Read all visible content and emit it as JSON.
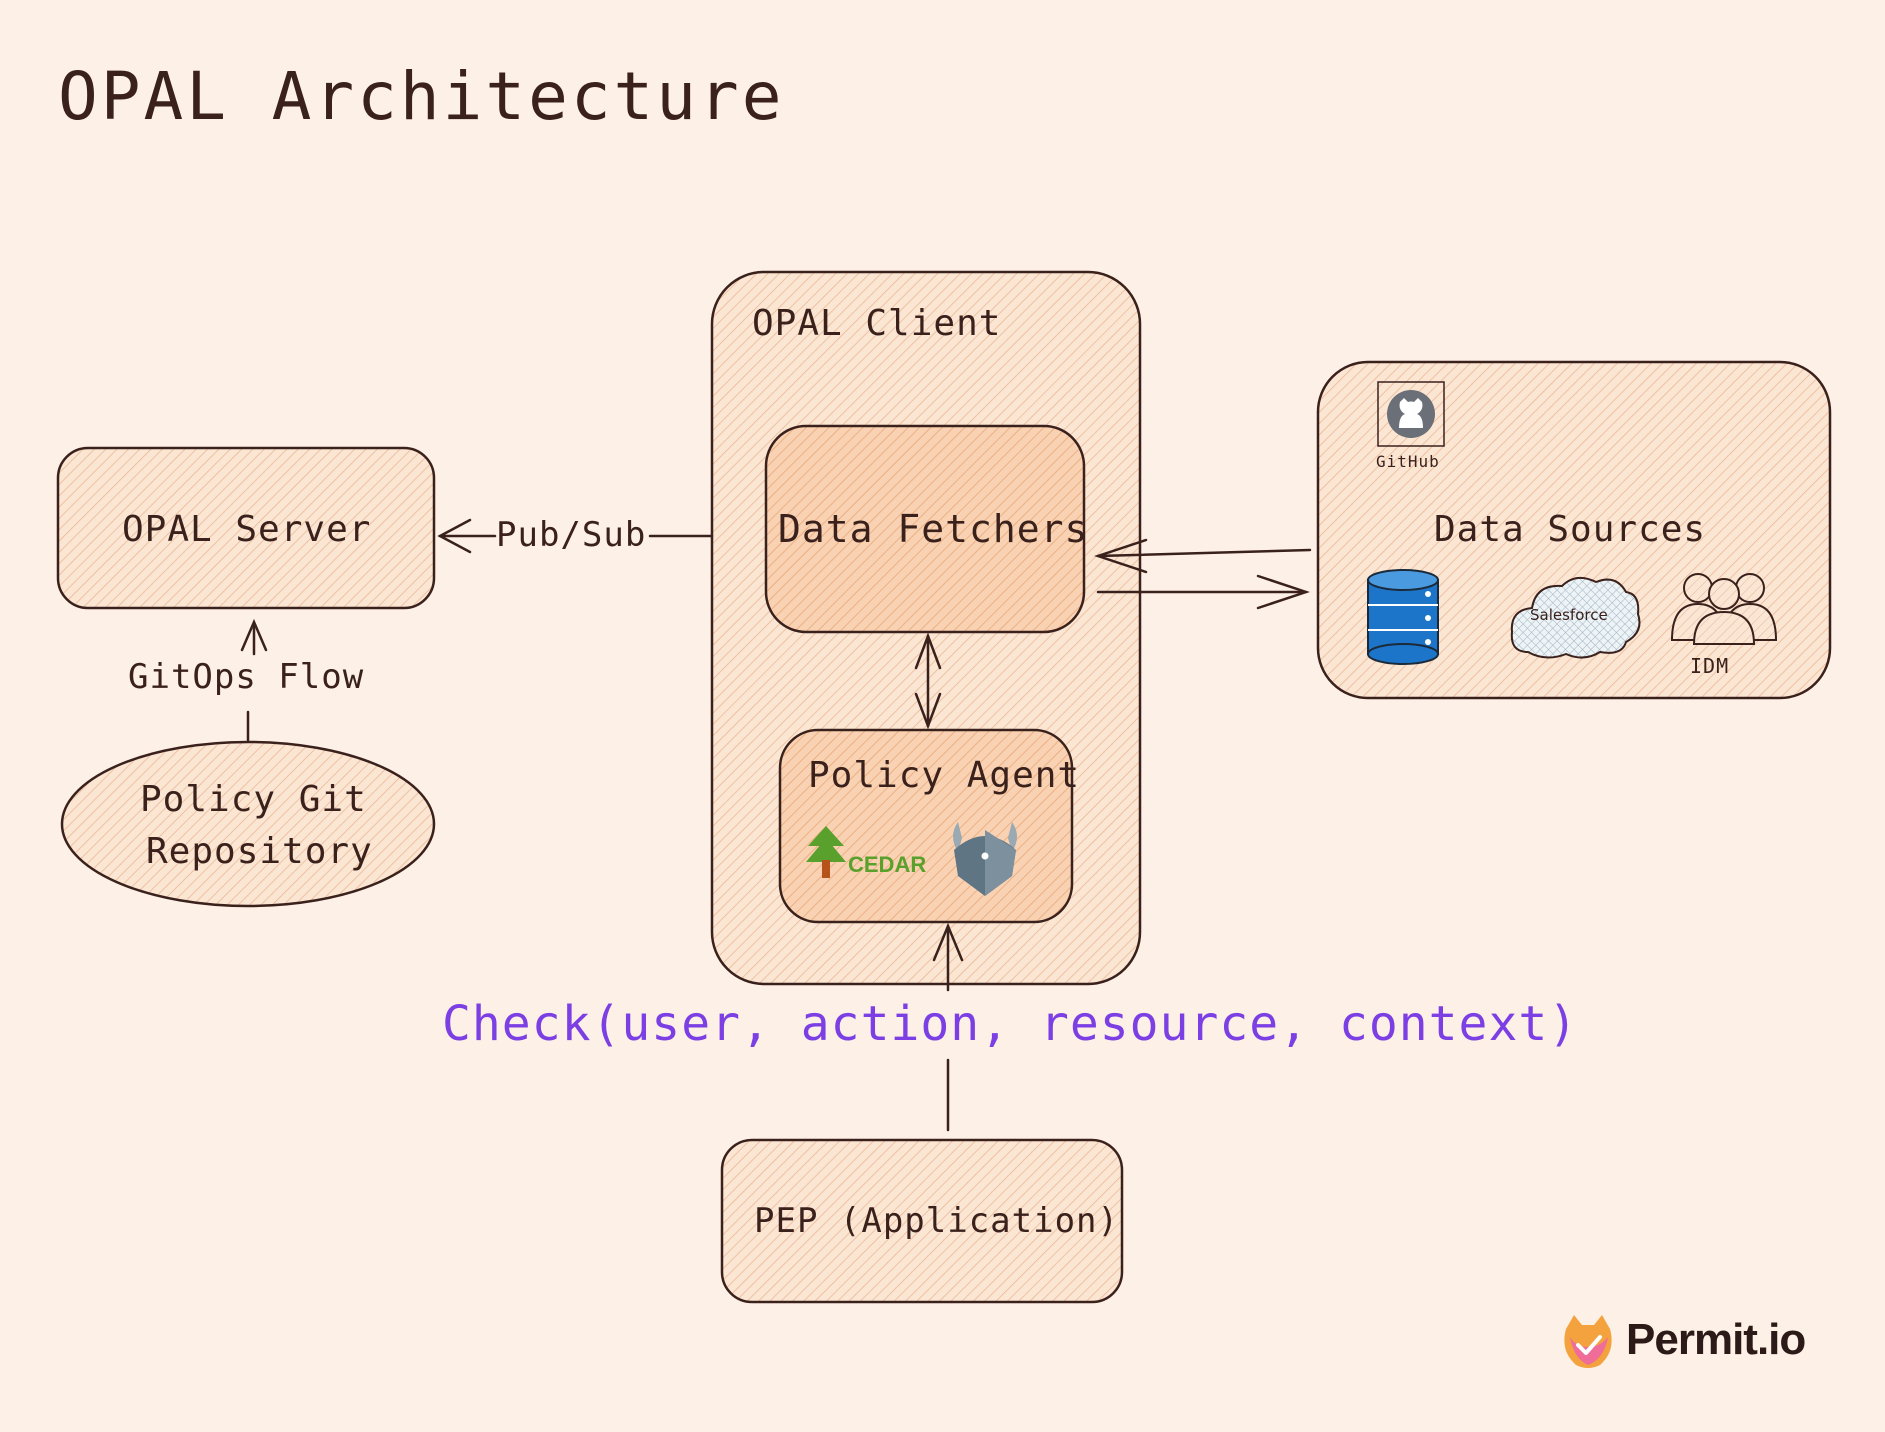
{
  "title": "OPAL Architecture",
  "nodes": {
    "opal_server": "OPAL Server",
    "policy_repo_line1": "Policy Git",
    "policy_repo_line2": "Repository",
    "opal_client": "OPAL Client",
    "data_fetchers": "Data Fetchers",
    "policy_agent": "Policy Agent",
    "data_sources": "Data Sources",
    "pep": "PEP (Application)"
  },
  "edges": {
    "pubsub": "Pub/Sub",
    "gitops": "GitOps Flow",
    "check_call": "Check(user, action, resource, context)"
  },
  "icons": {
    "github_label": "GitHub",
    "salesforce_label": "Salesforce",
    "idm_label": "IDM",
    "cedar_label": "CEDAR"
  },
  "brand": {
    "name": "Permit.io"
  },
  "colors": {
    "background": "#fdf0e6",
    "stroke": "#3a211c",
    "box_fill": "#f3cfb1",
    "inner_fill": "#f7c9a4",
    "check_text": "#7b3fe4",
    "cedar_green": "#5aa02c",
    "database_blue": "#1c75c8",
    "opa_gray": "#5f7584",
    "brand_pink": "#f06d9a",
    "brand_orange": "#f4a23d"
  }
}
